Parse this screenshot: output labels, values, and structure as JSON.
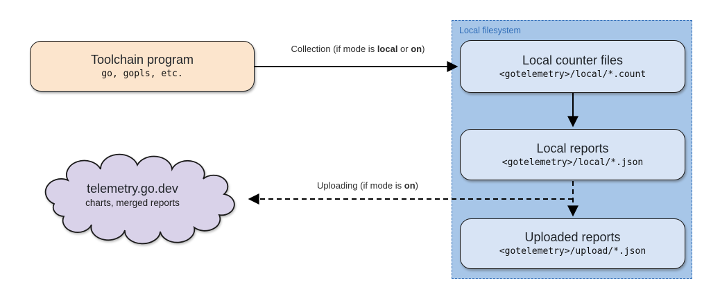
{
  "container": {
    "label": "Local filesystem"
  },
  "nodes": {
    "toolchain": {
      "title": "Toolchain program",
      "subtitle": "go, gopls, etc."
    },
    "counter_files": {
      "title": "Local counter files",
      "path": "<gotelemetry>/local/*.count"
    },
    "local_reports": {
      "title": "Local reports",
      "path": "<gotelemetry>/local/*.json"
    },
    "uploaded_reports": {
      "title": "Uploaded reports",
      "path": "<gotelemetry>/upload/*.json"
    },
    "cloud": {
      "title": "telemetry.go.dev",
      "subtitle": "charts, merged reports"
    }
  },
  "edges": {
    "collection": {
      "prefix": "Collection (if mode is ",
      "bold_local": "local",
      "mid": " or ",
      "bold_on": "on",
      "suffix": ")"
    },
    "uploading": {
      "prefix": "Uploading (if mode is ",
      "bold_on": "on",
      "suffix": ")"
    }
  },
  "colors": {
    "toolchain_fill": "#fce5cd",
    "filesystem_fill": "#a7c6e8",
    "filesystem_border": "#2f6db8",
    "filesystem_label": "#2f6db8",
    "file_box_fill": "#d8e4f5",
    "cloud_fill": "#d9d2e9",
    "arrow": "#000000"
  }
}
